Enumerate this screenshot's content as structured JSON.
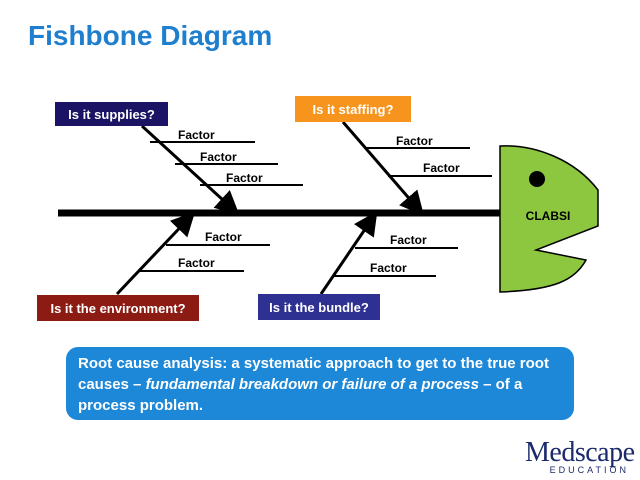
{
  "title": "Fishbone Diagram",
  "categories": {
    "supplies": "Is it supplies?",
    "staffing": "Is it staffing?",
    "environment": "Is it the environment?",
    "bundle": "Is it the bundle?"
  },
  "factor_label": "Factor",
  "head_label": "CLABSI",
  "colors": {
    "title": "#1f7fcf",
    "supplies": "#1b1464",
    "staffing": "#f7941d",
    "environment": "#8c1c13",
    "bundle": "#2e3192",
    "fish_head": "#8dc63f",
    "info_box": "#1e88d8",
    "spine": "#000000"
  },
  "info": {
    "part1": "Root cause analysis: a systematic approach to get to the true root causes – ",
    "emphasis": "fundamental breakdown or failure of a process",
    "part2": " – of a process problem."
  },
  "logo": {
    "main": "Medscape",
    "sub": "EDUCATION"
  }
}
